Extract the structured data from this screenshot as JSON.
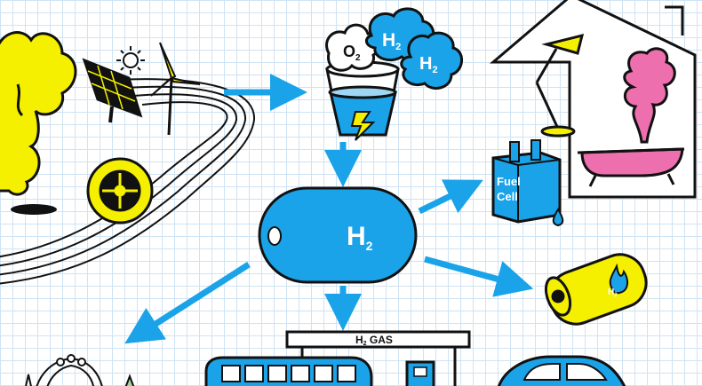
{
  "labels": {
    "o2": "O",
    "o2_sub": "2",
    "h2_cloud_a": "H",
    "h2_cloud_a_sub": "2",
    "h2_cloud_b": "H",
    "h2_cloud_b_sub": "2",
    "tank": "H",
    "tank_sub": "2",
    "fuel_cell_line1": "Fuel",
    "fuel_cell_line2": "Cell",
    "canister": "H",
    "canister_sub": "2",
    "gas_station": "H",
    "gas_station_sub": "2",
    "gas_station_rest": " GAS"
  },
  "colors": {
    "blue": "#1aa3e8",
    "yellow": "#f5ef00",
    "pink": "#ee6fae",
    "outline": "#111111",
    "grid": "#cfe3f3"
  }
}
